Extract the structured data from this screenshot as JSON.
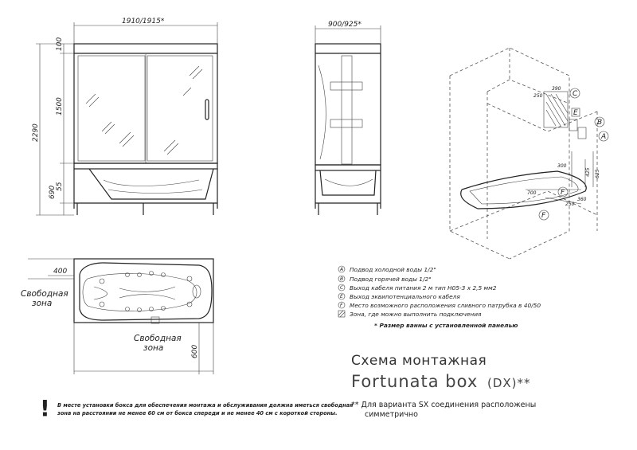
{
  "front_view": {
    "width_dim": "1910/1915*",
    "top_dim": "100",
    "glass_dim": "1500",
    "total_height_dim": "2290",
    "tub_dim": "690",
    "base_dim": "55"
  },
  "side_view": {
    "depth_dim": "900/925*"
  },
  "plan_view": {
    "side_dim": "400",
    "front_dim": "600",
    "free_zone_1": [
      "Свободная",
      "зона"
    ],
    "free_zone_2": [
      "Свободная",
      "зона"
    ]
  },
  "iso_view": {
    "markers": [
      "A",
      "B",
      "C",
      "E",
      "F",
      "F"
    ],
    "dims": [
      "390",
      "250",
      "425",
      "625",
      "300",
      "700",
      "360",
      "250"
    ]
  },
  "legend": {
    "items": [
      {
        "marker": "A",
        "text": "Подвод холодной воды 1/2\""
      },
      {
        "marker": "B",
        "text": "Подвод горячей воды 1/2\""
      },
      {
        "marker": "C",
        "text": "Выход кабеля питания  2 м тип H05-3 x 2,5 мм2"
      },
      {
        "marker": "E",
        "text": "Выход эквипотенциального кабеля"
      },
      {
        "marker": "F",
        "text": "Место возможного расположения сливного патрубка в 40/50"
      },
      {
        "marker": "",
        "text": "Зона, где можно выполнить  подключения"
      }
    ],
    "footnote": "* Размер ванны с установленной панелью"
  },
  "title": {
    "line1": "Схема монтажная",
    "product": "Fortunata box",
    "variant": "(DX)**"
  },
  "notes": {
    "sx_line1": "** Для варианта SX соединения расположены",
    "sx_line2": "симметрично",
    "warning_mark": "!",
    "warning_line1": "В месте установки бокса для обеспечения монтажа и обслуживания должна иметься свободная",
    "warning_line2": "зона на расстоянии не менее 60 см от бокса спереди и не менее 40 см с короткой стороны."
  }
}
